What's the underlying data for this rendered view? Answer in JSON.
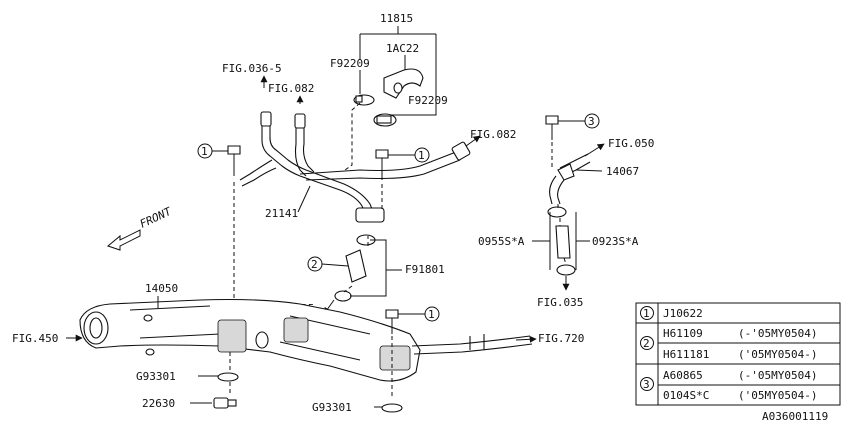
{
  "callouts": {
    "fig_036_5": "FIG.036-5",
    "fig_082_a": "FIG.082",
    "fig_082_b": "FIG.082",
    "fig_050": "FIG.050",
    "fig_035_a": "FIG.035",
    "fig_035_b": "FIG.035",
    "fig_450": "FIG.450",
    "fig_720": "FIG.720",
    "front": "FRONT"
  },
  "parts": {
    "p11815": "11815",
    "p1ac22": "1AC22",
    "pf92209_a": "F92209",
    "pf92209_b": "F92209",
    "p21141": "21141",
    "p14067": "14067",
    "p0955s": "0955S*A",
    "p0923s": "0923S*A",
    "pf91801": "F91801",
    "p14050": "14050",
    "pg93301_a": "G93301",
    "pg93301_b": "G93301",
    "p22630": "22630"
  },
  "circle_refs": {
    "c1_a": "1",
    "c1_b": "1",
    "c1_c": "1",
    "c2": "2",
    "c3": "3"
  },
  "legend": {
    "rows": [
      {
        "ref": "1",
        "part": "J10622",
        "range": ""
      },
      {
        "ref": "2",
        "part": "H61109",
        "range": "(-'05MY0504)"
      },
      {
        "ref": "",
        "part": "H611181",
        "range": "('05MY0504-)"
      },
      {
        "ref": "3",
        "part": "A60865",
        "range": "(-'05MY0504)"
      },
      {
        "ref": "",
        "part": "0104S*C",
        "range": "('05MY0504-)"
      }
    ]
  },
  "diagram_id": "A036001119"
}
